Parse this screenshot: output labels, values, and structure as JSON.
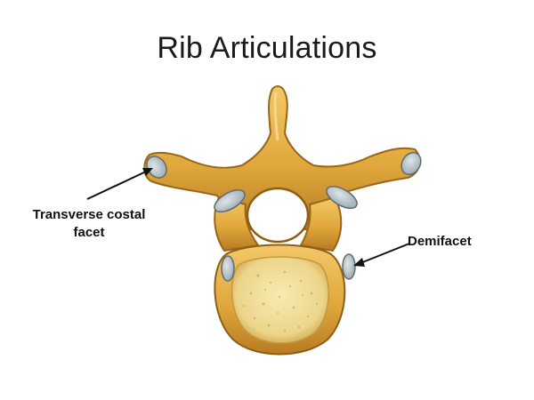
{
  "title": "Rib Articulations",
  "labels": {
    "transverse_costal_facet_line1": "Transverse costal",
    "transverse_costal_facet_line2": "facet",
    "demifacet": "Demifacet"
  },
  "colors": {
    "bone": "#e8b64a",
    "bone_dark": "#a46f1c",
    "body_surface": "#f2e29c",
    "cartilage": "#b9c3c8"
  }
}
